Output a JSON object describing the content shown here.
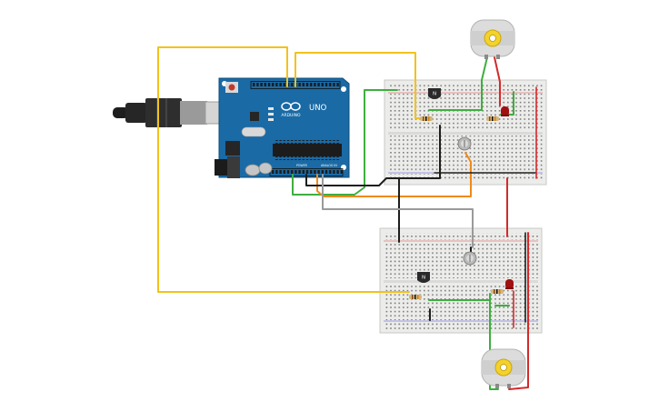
{
  "board": {
    "logo": "UNO",
    "brand": "ARDUINO",
    "power_label": "POWER",
    "analog_label": "ANALOG IN"
  },
  "components": {
    "transistor_marking": "N"
  },
  "colors": {
    "background": "#ffffff",
    "arduino_blue": "#1a6aa5",
    "breadboard": "#ececea",
    "wire_yellow": "#f2c21b",
    "wire_green": "#3fae3f",
    "wire_red": "#d42a2a",
    "wire_black": "#1e1e1e",
    "wire_orange": "#ef8a1c",
    "wire_gray": "#9a9a9a",
    "led_red": "#a11010",
    "motor_body": "#dcdcdc"
  }
}
